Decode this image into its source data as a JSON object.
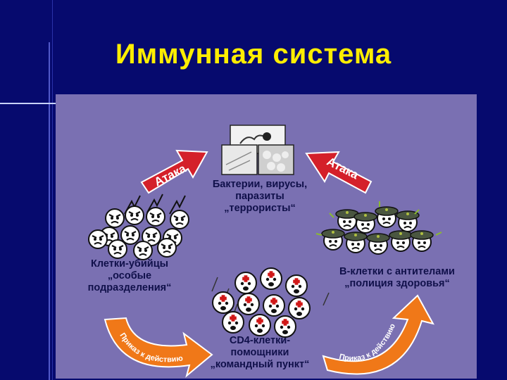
{
  "slide": {
    "title": "Иммунная система"
  },
  "arrows": {
    "attack_left": "Атака",
    "attack_right": "Атака"
  },
  "cycle": {
    "command_left": "Приказ к действию",
    "command_right": "Приказ к действию"
  },
  "labels": {
    "bacteria": [
      "Бактерии, вирусы,",
      "паразиты",
      "„террористы“"
    ],
    "killer": [
      "Клетки-убийцы",
      "„особые",
      "подразделения“"
    ],
    "bcells": [
      "B-клетки с антителами",
      "„полиция здоровья“"
    ],
    "cd4": [
      "CD4-клетки-",
      "помощники",
      "„командный пункт“"
    ]
  },
  "colors": {
    "background": "#060a6e",
    "panel": "#7a70b2",
    "title": "#ffee00",
    "attack_arrow": "#d4202a",
    "cycle_arrow": "#f07818",
    "cap": "#4a5640"
  }
}
